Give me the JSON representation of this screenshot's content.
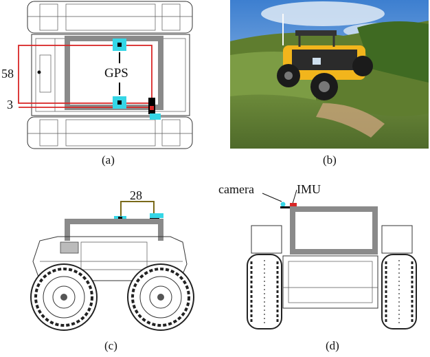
{
  "panels": {
    "a": {
      "caption": "(a)",
      "gps_label": "GPS",
      "dim_upper": "58",
      "dim_lower": "3"
    },
    "b": {
      "caption": "(b)"
    },
    "c": {
      "caption": "(c)",
      "dim_top": "28"
    },
    "d": {
      "caption": "(d)",
      "camera_label": "camera",
      "imu_label": "IMU"
    }
  },
  "colors": {
    "frame": "#8a8a8a",
    "sensor_cyan": "#35d6e6",
    "dimension_red": "#d92626",
    "bracket_olive": "#7a6a1a",
    "robot_yellow": "#f2b51c"
  },
  "icons": [
    "gps-antenna-icon",
    "camera-icon",
    "imu-icon",
    "lidar-icon"
  ]
}
